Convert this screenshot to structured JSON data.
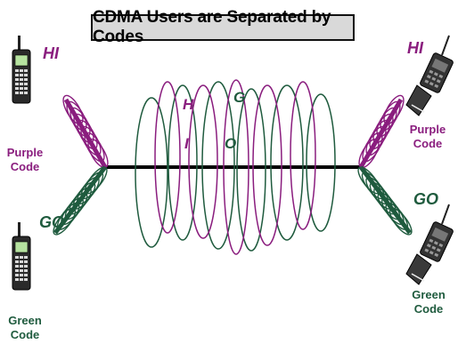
{
  "title": "CDMA Users are Separated by Codes",
  "colors": {
    "purple": "#8a1d7e",
    "green": "#1f5b3e",
    "line": "#000000",
    "title_bg": "#d9d9d9"
  },
  "left_top": {
    "word": "HI",
    "code_line1": "Purple",
    "code_line2": "Code"
  },
  "left_bottom": {
    "word": "GO",
    "code_line1": "Green",
    "code_line2": "Code"
  },
  "right_top": {
    "word": "HI",
    "code_line1": "Purple",
    "code_line2": "Code"
  },
  "right_bottom": {
    "word": "GO",
    "code_line1": "Green",
    "code_line2": "Code"
  },
  "signal_letters": {
    "h": "H",
    "i": "I",
    "g": "G",
    "o": "O"
  },
  "icons": [
    "candybar-phone-icon",
    "flip-phone-icon"
  ]
}
